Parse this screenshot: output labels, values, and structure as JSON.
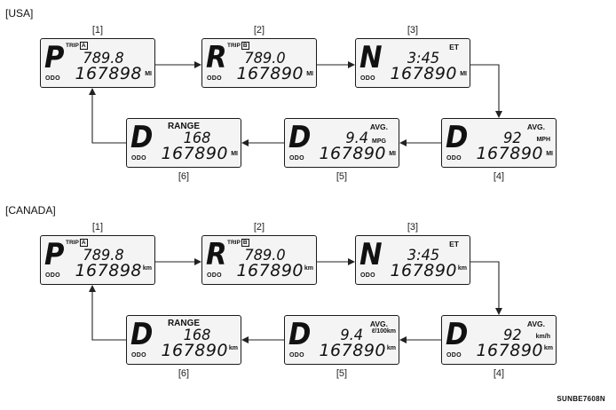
{
  "sections": [
    {
      "label": "[USA]",
      "panels": [
        {
          "step": "[1]",
          "gear": "P",
          "odo": "ODO",
          "mode": "TRIP",
          "trip_letter": "A",
          "upper": "789.8",
          "upper_unit": "",
          "lower": "167898",
          "lower_unit": "MI"
        },
        {
          "step": "[2]",
          "gear": "R",
          "odo": "ODO",
          "mode": "TRIP",
          "trip_letter": "B",
          "upper": "789.0",
          "upper_unit": "",
          "lower": "167890",
          "lower_unit": "MI"
        },
        {
          "step": "[3]",
          "gear": "N",
          "odo": "ODO",
          "mode": "ET",
          "trip_letter": "",
          "upper": "3:45",
          "upper_unit": "",
          "lower": "167890",
          "lower_unit": "MI"
        },
        {
          "step": "[4]",
          "gear": "D",
          "odo": "ODO",
          "mode": "AVG.",
          "trip_letter": "",
          "upper": "92",
          "upper_unit": "MPH",
          "lower": "167890",
          "lower_unit": "MI"
        },
        {
          "step": "[5]",
          "gear": "D",
          "odo": "ODO",
          "mode": "AVG.",
          "trip_letter": "",
          "upper": "9.4",
          "upper_unit": "MPG",
          "lower": "167890",
          "lower_unit": "MI"
        },
        {
          "step": "[6]",
          "gear": "D",
          "odo": "ODO",
          "mode": "RANGE",
          "trip_letter": "",
          "upper": "168",
          "upper_unit": "",
          "lower": "167890",
          "lower_unit": "MI"
        }
      ]
    },
    {
      "label": "[CANADA]",
      "panels": [
        {
          "step": "[1]",
          "gear": "P",
          "odo": "ODO",
          "mode": "TRIP",
          "trip_letter": "A",
          "upper": "789.8",
          "upper_unit": "",
          "lower": "167898",
          "lower_unit": "km"
        },
        {
          "step": "[2]",
          "gear": "R",
          "odo": "ODO",
          "mode": "TRIP",
          "trip_letter": "B",
          "upper": "789.0",
          "upper_unit": "",
          "lower": "167890",
          "lower_unit": "km"
        },
        {
          "step": "[3]",
          "gear": "N",
          "odo": "ODO",
          "mode": "ET",
          "trip_letter": "",
          "upper": "3:45",
          "upper_unit": "",
          "lower": "167890",
          "lower_unit": "km"
        },
        {
          "step": "[4]",
          "gear": "D",
          "odo": "ODO",
          "mode": "AVG.",
          "trip_letter": "",
          "upper": "92",
          "upper_unit": "km/h",
          "lower": "167890",
          "lower_unit": "km"
        },
        {
          "step": "[5]",
          "gear": "D",
          "odo": "ODO",
          "mode": "AVG.",
          "trip_letter": "",
          "upper": "9.4",
          "upper_unit": "ℓ/100km",
          "lower": "167890",
          "lower_unit": "km"
        },
        {
          "step": "[6]",
          "gear": "D",
          "odo": "ODO",
          "mode": "RANGE",
          "trip_letter": "",
          "upper": "168",
          "upper_unit": "",
          "lower": "167890",
          "lower_unit": "km"
        }
      ]
    }
  ],
  "footer_code": "SUNBE7608N"
}
